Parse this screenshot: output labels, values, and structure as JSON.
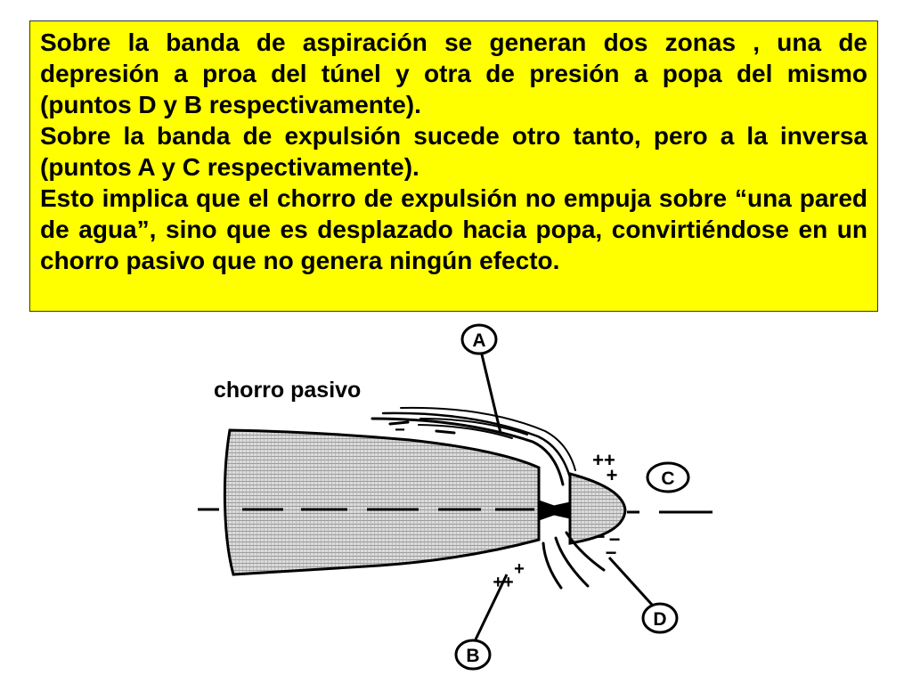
{
  "paragraphs": [
    "Sobre la banda de aspiración se generan dos zonas , una de depresión a proa del túnel y otra de presión a popa del mismo (puntos D y B respectivamente).",
    "Sobre la banda de expulsión sucede otro tanto, pero a la inversa (puntos A y C respectivamente).",
    "Esto implica que el chorro de expulsión no empuja sobre “una pared de agua”, sino que es desplazado hacia popa, convirtiéndose en un chorro pasivo que no genera ningún efecto."
  ],
  "diagram": {
    "jet_label": "chorro pasivo",
    "point_labels": {
      "a": "A",
      "b": "B",
      "c": "C",
      "d": "D"
    },
    "plus_signs": [
      "++",
      "+",
      "+",
      "++"
    ],
    "minus_signs": [
      "−",
      "−",
      "−",
      "−"
    ]
  },
  "colors": {
    "textbox_bg": "#ffff00",
    "ink": "#000000",
    "tunnel_fill": "#d9d9d9"
  }
}
